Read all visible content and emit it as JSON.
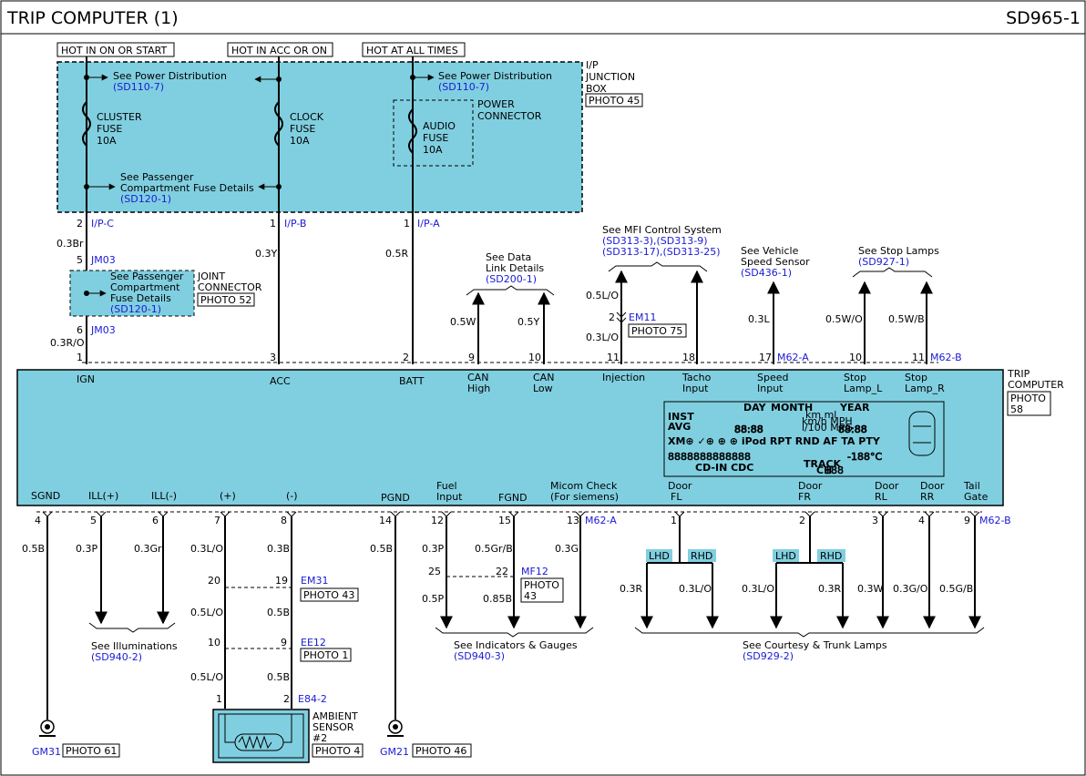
{
  "header": {
    "title": "TRIP COMPUTER (1)",
    "code": "SD965-1"
  },
  "hot": {
    "start": "HOT IN ON OR START",
    "acc": "HOT IN ACC OR ON",
    "always": "HOT AT ALL TIMES"
  },
  "junction": {
    "label1": "I/P",
    "label2": "JUNCTION",
    "label3": "BOX",
    "photo": "PHOTO 45"
  },
  "power_dist": {
    "text": "See Power Distribution",
    "ref": "(SD110-7)"
  },
  "pass_fuse": {
    "line1": "See Passenger",
    "line2": "Compartment Fuse Details",
    "ref": "(SD120-1)"
  },
  "fuses": {
    "cluster": [
      "CLUSTER",
      "FUSE",
      "10A"
    ],
    "clock": [
      "CLOCK",
      "FUSE",
      "10A"
    ],
    "audio": [
      "AUDIO",
      "FUSE",
      "10A"
    ]
  },
  "power_connector": [
    "POWER",
    "CONNECTOR"
  ],
  "jb_pins": {
    "p2": "2",
    "ipc": "I/P-C",
    "p1a": "1",
    "ipb": "I/P-B",
    "p1b": "1",
    "ipa": "I/P-A"
  },
  "wires": {
    "w03br": "0.3Br",
    "w03y": "0.3Y",
    "w05r": "0.5R",
    "w03ro": "0.3R/O",
    "w05w": "0.5W",
    "w05y": "0.5Y",
    "w05lo": "0.5L/O",
    "w03lo": "0.3L/O",
    "w03l": "0.3L",
    "w05wo": "0.5W/O",
    "w05wb": "0.5W/B",
    "b05b": "0.5B",
    "b03p": "0.3P",
    "b03gr": "0.3Gr",
    "b03lo": "0.3L/O",
    "b03b": "0.3B",
    "b05b2": "0.5B",
    "b03p2": "0.3P",
    "b05grb": "0.5Gr/B",
    "b03g": "0.3G",
    "b05lo": "0.5L/O",
    "b05b3": "0.5B",
    "b05lo2": "0.5L/O",
    "b05b4": "0.5B",
    "b05p": "0.5P",
    "b085b": "0.85B",
    "b03r": "0.3R",
    "b03lo2": "0.3L/O",
    "b03lo3": "0.3L/O",
    "b03r2": "0.3R",
    "b03w": "0.3W",
    "b03go": "0.3G/O",
    "b05gb": "0.5G/B"
  },
  "jm03": {
    "pin5": "5",
    "pin6": "6",
    "name": "JM03",
    "name2": "JM03",
    "l1": "JOINT",
    "l2": "CONNECTOR",
    "photo": "PHOTO 52",
    "see1": "See Passenger",
    "see2": "Compartment",
    "see3": "Fuse Details",
    "ref": "(SD120-1)"
  },
  "refs": {
    "dl1": "See Data",
    "dl2": "Link Details",
    "dl_ref": "(SD200-1)",
    "mfi1": "See MFI Control System",
    "mfi_r1": "(SD313-3),(SD313-9)",
    "mfi_r2": "(SD313-17),(SD313-25)",
    "vs1": "See Vehicle",
    "vs2": "Speed Sensor",
    "vs_ref": "(SD436-1)",
    "sl1": "See Stop Lamps",
    "sl_ref": "(SD927-1)"
  },
  "em11": {
    "pin": "2",
    "name": "EM11",
    "photo": "PHOTO 75"
  },
  "top_pins": {
    "p1": "1",
    "p3": "3",
    "p2": "2",
    "p9": "9",
    "p10": "10",
    "p11": "11",
    "p18": "18",
    "p17": "17",
    "m62a": "M62-A",
    "p10b": "10",
    "p11b": "11",
    "m62b": "M62-B"
  },
  "top_labels": {
    "ign": "IGN",
    "acc": "ACC",
    "batt": "BATT",
    "canh1": "CAN",
    "canh2": "High",
    "canl1": "CAN",
    "canl2": "Low",
    "inj": "Injection",
    "tacho1": "Tacho",
    "tacho2": "Input",
    "speed1": "Speed",
    "speed2": "Input",
    "stopl1": "Stop",
    "stopl2": "Lamp_L",
    "stopr1": "Stop",
    "stopr2": "Lamp_R"
  },
  "trip": {
    "l1": "TRIP",
    "l2": "COMPUTER",
    "photo1": "PHOTO",
    "photo2": "58"
  },
  "lcd": {
    "inst": "INST",
    "avg": "AVG",
    "day": "DAY",
    "month": "MONTH",
    "year": "YEAR",
    "units1": "km ml",
    "units2": "km/h MPH",
    "units3": "l/100 MPG",
    "digits_big": "88:88",
    "digits_year": "88:88",
    "row2": "XM⊕ ✓⊕ ⊕ ⊕ iPod RPT RND AF TA PTY",
    "cdc": "CD-IN CDC",
    "track": "TRACK",
    "ch": "CH",
    "seg_row": "8888888888888",
    "temp": "-188°C",
    "small": "188"
  },
  "bottom_labels": {
    "sgnd": "SGND",
    "illp": "ILL(+)",
    "illm": "ILL(-)",
    "plus": "(+)",
    "minus": "(-)",
    "pgnd": "PGND",
    "fuel1": "Fuel",
    "fuel2": "Input",
    "fgnd": "FGND",
    "micom1": "Micom Check",
    "micom2": "(For siemens)",
    "dfl1": "Door",
    "dfl2": "FL",
    "dfr1": "Door",
    "dfr2": "FR",
    "drl1": "Door",
    "drl2": "RL",
    "drr1": "Door",
    "drr2": "RR",
    "tg1": "Tail",
    "tg2": "Gate"
  },
  "bottom_pins": {
    "p4": "4",
    "p5": "5",
    "p6": "6",
    "p7": "7",
    "p8": "8",
    "p14": "14",
    "p12": "12",
    "p15": "15",
    "p13": "13",
    "m62a": "M62-A",
    "p1": "1",
    "p2": "2",
    "p3": "3",
    "p4b": "4",
    "p9": "9",
    "m62b": "M62-B"
  },
  "em31": {
    "p20": "20",
    "p19": "19",
    "name": "EM31",
    "photo": "PHOTO 43"
  },
  "ee12": {
    "p10": "10",
    "p9": "9",
    "name": "EE12",
    "photo": "PHOTO 1"
  },
  "e842": {
    "p1": "1",
    "p2": "2",
    "name": "E84-2"
  },
  "ambient": [
    "AMBIENT",
    "SENSOR",
    "#2"
  ],
  "ambient_photo": "PHOTO 4",
  "mf12": {
    "p25": "25",
    "p22": "22",
    "name": "MF12",
    "photo1": "PHOTO",
    "photo2": "43"
  },
  "illum": {
    "t": "See Illuminations",
    "ref": "(SD940-2)"
  },
  "gauges": {
    "t": "See Indicators & Gauges",
    "ref": "(SD940-3)"
  },
  "courtesy": {
    "t": "See Courtesy & Trunk Lamps",
    "ref": "(SD929-2)"
  },
  "lhd_rhd": {
    "lhd": "LHD",
    "rhd": "RHD",
    "lhd2": "LHD",
    "rhd2": "RHD"
  },
  "grounds": {
    "gm31": "GM31",
    "gm31_photo": "PHOTO 61",
    "gm21": "GM21",
    "gm21_photo": "PHOTO 46"
  }
}
